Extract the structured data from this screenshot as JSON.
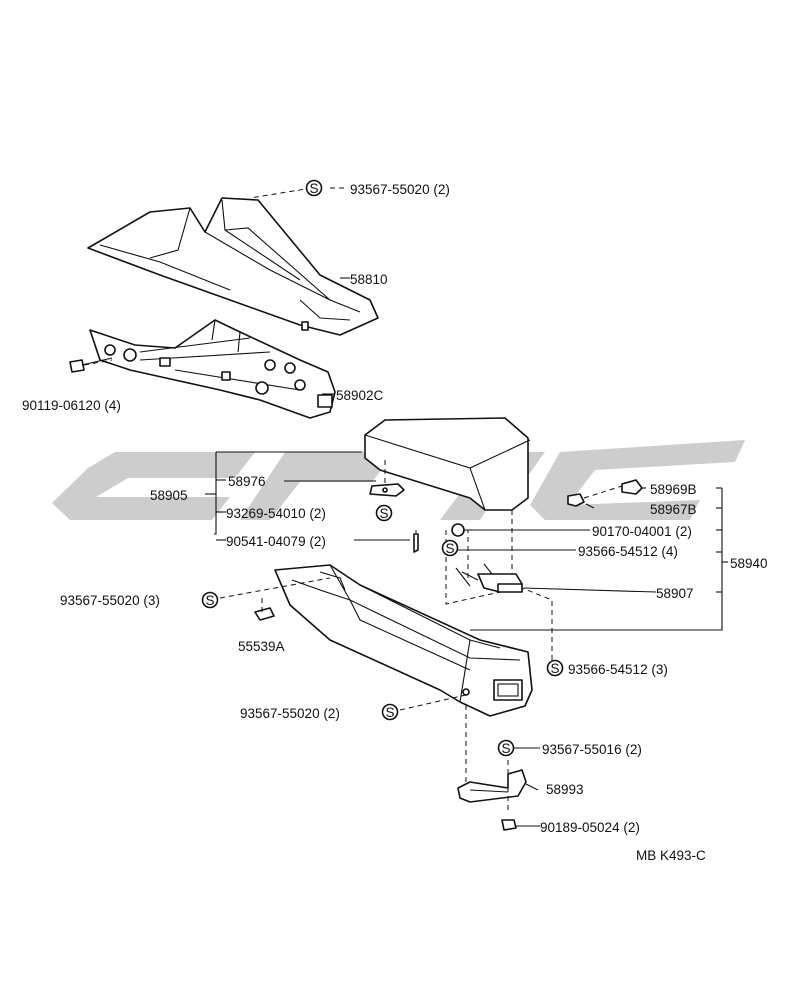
{
  "diagram_code": "MB K493-C",
  "screw_symbol": "S",
  "labels": {
    "p93567_55020_top": "93567-55020 (2)",
    "p58810": "58810",
    "p90119_06120": "90119-06120 (4)",
    "p58902C": "58902C",
    "p58905": "58905",
    "p58976": "58976",
    "p93269_54010": "93269-54010 (2)",
    "p90541_04079": "90541-04079 (2)",
    "p93567_55020_left": "93567-55020 (3)",
    "p55539A": "55539A",
    "p93567_55020_bottom": "93567-55020 (2)",
    "p58969B": "58969B",
    "p58967B": "58967B",
    "p90170_04001": "90170-04001 (2)",
    "p93566_54512_a": "93566-54512 (4)",
    "p58940": "58940",
    "p58907": "58907",
    "p93566_54512_b": "93566-54512 (3)",
    "p93567_55016": "93567-55016 (2)",
    "p58993": "58993",
    "p90189_05024": "90189-05024 (2)"
  }
}
